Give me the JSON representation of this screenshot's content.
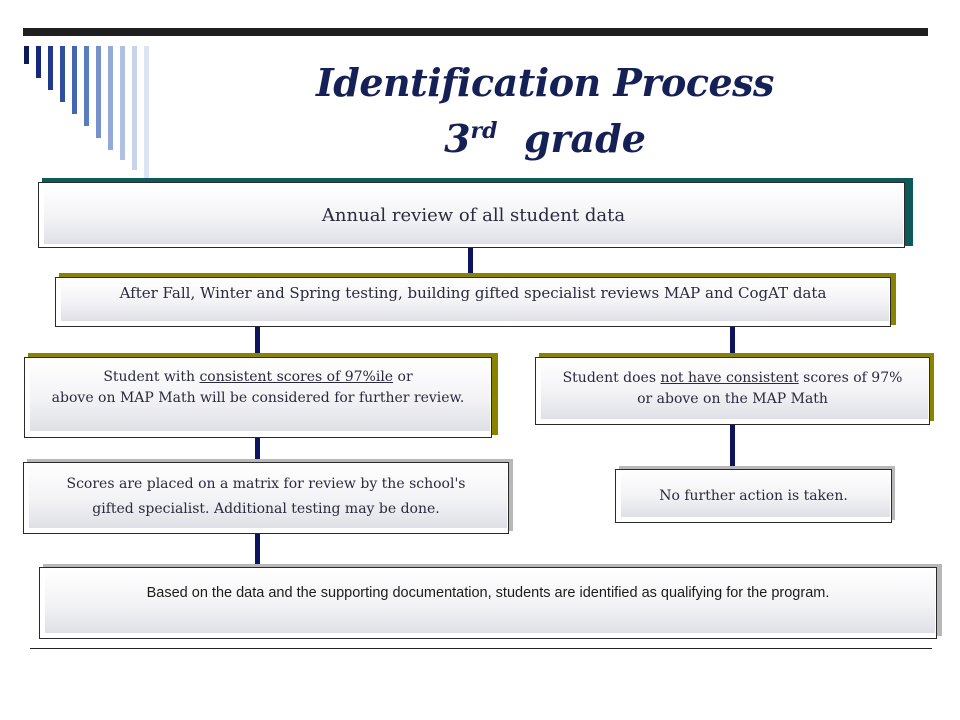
{
  "title": {
    "line1": "Identification Process",
    "line2_number": "3",
    "line2_sup": "rd",
    "line2_rest": "grade"
  },
  "boxes": {
    "annual_review": "Annual review of all student data",
    "after_testing": "After Fall, Winter and Spring testing, building gifted specialist reviews MAP and CogAT data",
    "consistent": {
      "pre": "Student with ",
      "underlined": "consistent scores of 97%ile",
      "post": " or",
      "line2": "above on MAP Math will be considered for further review."
    },
    "not_consistent": {
      "pre": "Student does ",
      "underlined": "not have consistent",
      "post": " scores of 97%",
      "line2": "or above on the MAP Math"
    },
    "matrix": {
      "line1": "Scores are placed on a matrix for review by the school's",
      "line2": "gifted specialist. Additional testing may be done."
    },
    "no_action": "No further action is taken.",
    "identified": "Based on the data and the supporting documentation, students are identified as qualifying for the program."
  },
  "colors": {
    "title": "#152056",
    "connector": "#0c1460",
    "shadow_teal": "#0e5a5a",
    "shadow_olive": "#8a8300"
  }
}
